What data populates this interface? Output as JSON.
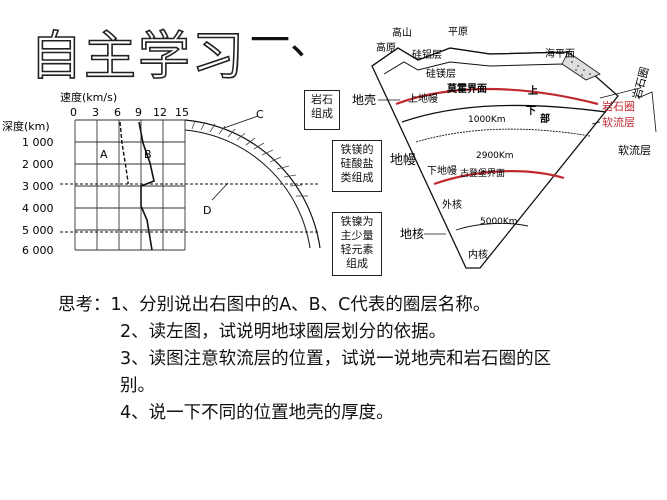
{
  "title": "自主学习",
  "heading": "一、",
  "left_figure": {
    "axis_title": "速度(km/s)",
    "x_ticks": [
      "0",
      "3",
      "6",
      "9",
      "12",
      "15"
    ],
    "y_title": "深度(km)",
    "y_ticks": [
      "1 000",
      "2 000",
      "3 000",
      "4 000",
      "5 000",
      "6 000"
    ],
    "labels": {
      "A": "A",
      "B": "B",
      "C": "C",
      "D": "D"
    }
  },
  "right_figure": {
    "top_labels": {
      "mountain": "高山",
      "plain": "平原",
      "plateau": "高原",
      "sea_level": "海平面"
    },
    "layer_labels": {
      "si_al": "硅铝层",
      "si_mg": "硅镁层"
    },
    "boundary_labels": {
      "moho": "莫霍界面",
      "gutenberg": "古登堡界面",
      "upper": "上",
      "lower": "下",
      "mantle_part": "部"
    },
    "depth_labels": {
      "d1000": "1000Km",
      "d2900": "2900Km",
      "d5000": "5000Km"
    },
    "sphere_labels": {
      "crust": "地壳",
      "mantle": "地幔",
      "core": "地核",
      "upper_mantle": "上地幔",
      "lower_mantle": "下地幔",
      "outer_core": "外核",
      "inner_core": "内核",
      "lithosphere": "岩石圈",
      "lithosphere_side": "岩石圈",
      "asthenosphere": "软流层",
      "asthenosphere_side": "软流层"
    },
    "boxes": {
      "crust_box": "岩石组成",
      "mantle_box": "铁镁的硅酸盐类组成",
      "core_box": "铁镍为主少量轻元素组成"
    }
  },
  "questions": {
    "q1": "思考：1、分别说出右图中的A、B、C代表的圈层名称。",
    "q2": "2、读左图，试说明地球圈层划分的依据。",
    "q3": "3、读图注意软流层的位置，试说一说地壳和岩石圈的区别。",
    "q4": "4、说一下不同的位置地壳的厚度。"
  }
}
